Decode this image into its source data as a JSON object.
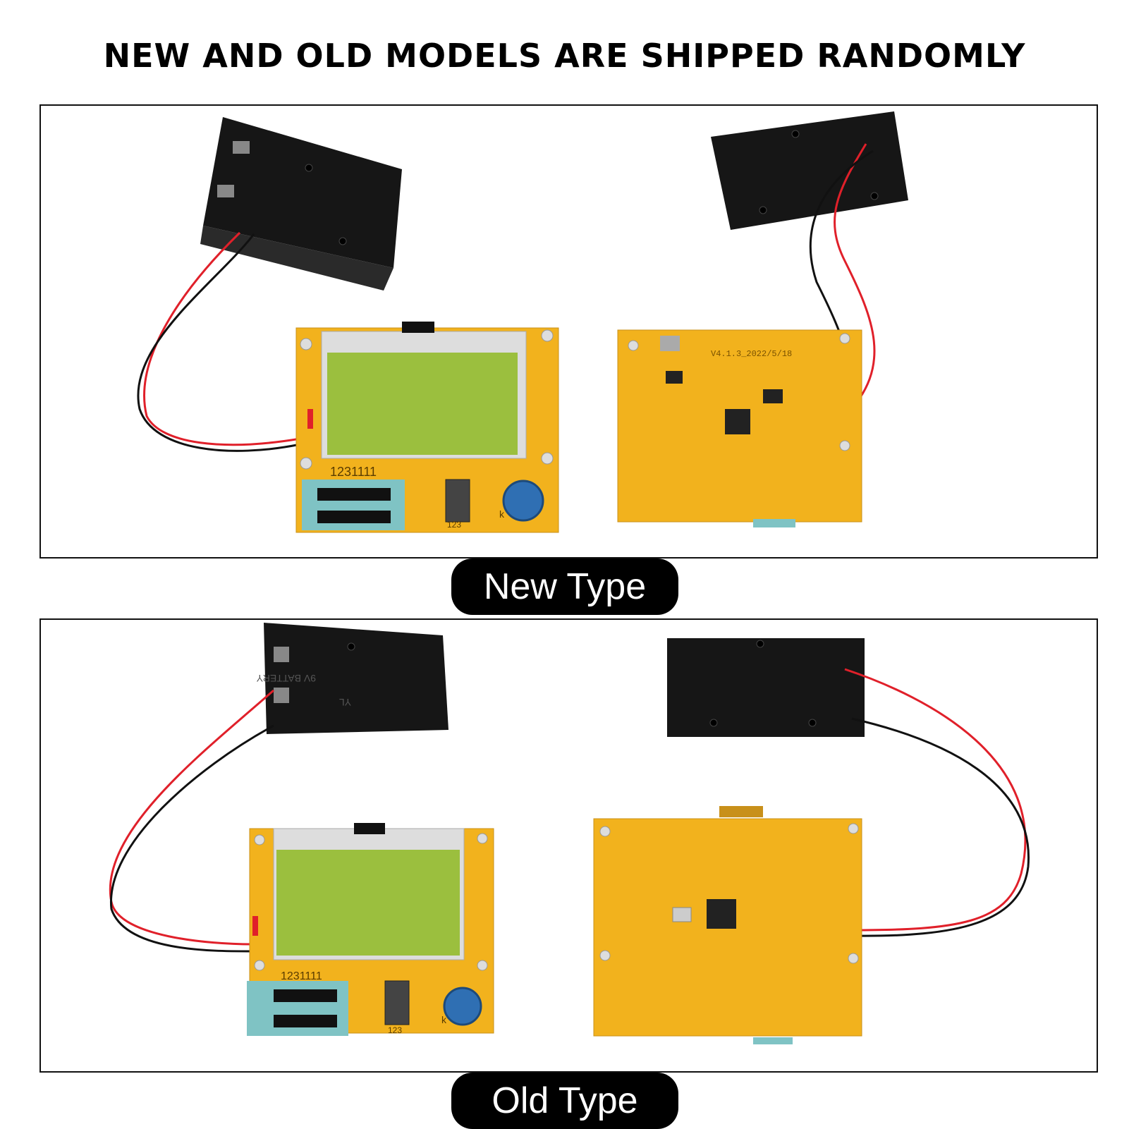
{
  "headline": "NEW AND OLD MODELS ARE SHIPPED RANDOMLY",
  "labels": {
    "new_type": "New Type",
    "old_type": "Old Type"
  },
  "board_text": {
    "pins_new": "1231111",
    "pins_old": "1231111",
    "version": "V4.1.3_2022/5/18",
    "battery_marking": "9V BATTERY",
    "battery_brand": "YL",
    "socket_pins": "123",
    "button_mark": "k"
  },
  "colors": {
    "pcb": "#f2b21d",
    "lcd": "#9bbf3e",
    "socket": "#7fc3c4",
    "button": "#2f6fb3",
    "battery_box": "#1a1a1a",
    "wire_red": "#e0202a",
    "wire_black": "#111111"
  }
}
